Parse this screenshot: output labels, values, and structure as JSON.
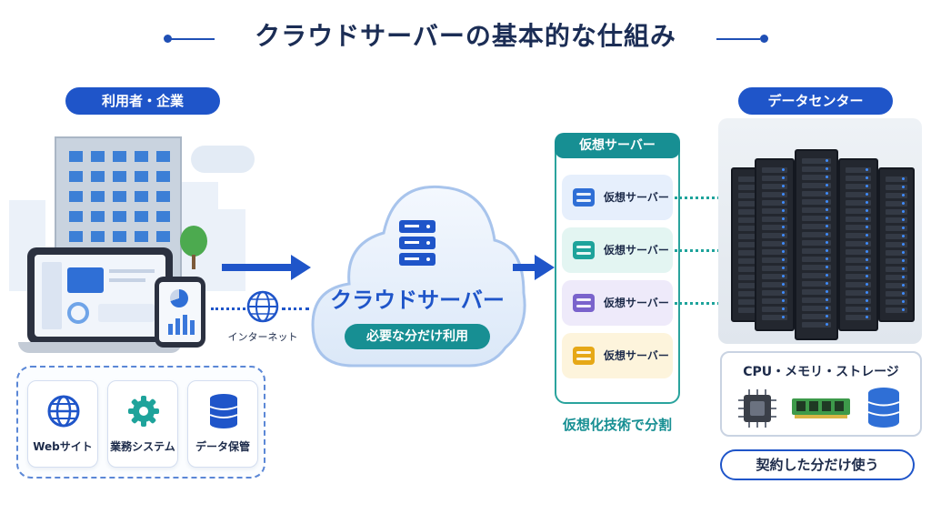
{
  "title": "クラウドサーバーの基本的な仕組み",
  "users": {
    "header": "利用者・企業",
    "internet_label": "インターネット",
    "features": [
      {
        "label": "Webサイト",
        "icon": "globe-icon"
      },
      {
        "label": "業務システム",
        "icon": "gear-icon"
      },
      {
        "label": "データ保管",
        "icon": "database-icon"
      }
    ]
  },
  "cloud": {
    "label": "クラウドサーバー",
    "pill": "必要な分だけ利用",
    "icon": "server-stack-icon"
  },
  "virtual": {
    "header": "仮想サーバー",
    "items": [
      {
        "label": "仮想サーバー",
        "color": "#2f6fd6",
        "bg": "#e6effc"
      },
      {
        "label": "仮想サーバー",
        "color": "#1ea39b",
        "bg": "#e3f5f2"
      },
      {
        "label": "仮想サーバー",
        "color": "#7a63cc",
        "bg": "#eeeafa"
      },
      {
        "label": "仮想サーバー",
        "color": "#e6a817",
        "bg": "#fdf4dc"
      }
    ],
    "caption": "仮想化技術で分割"
  },
  "datacenter": {
    "header": "データセンター",
    "resources_title": "CPU・メモリ・ストレージ",
    "resource_icons": [
      "cpu-icon",
      "memory-icon",
      "storage-icon"
    ],
    "contract": "契約した分だけ使う"
  },
  "colors": {
    "primary": "#1f55c9",
    "teal": "#178f93",
    "title": "#1b2d55"
  }
}
